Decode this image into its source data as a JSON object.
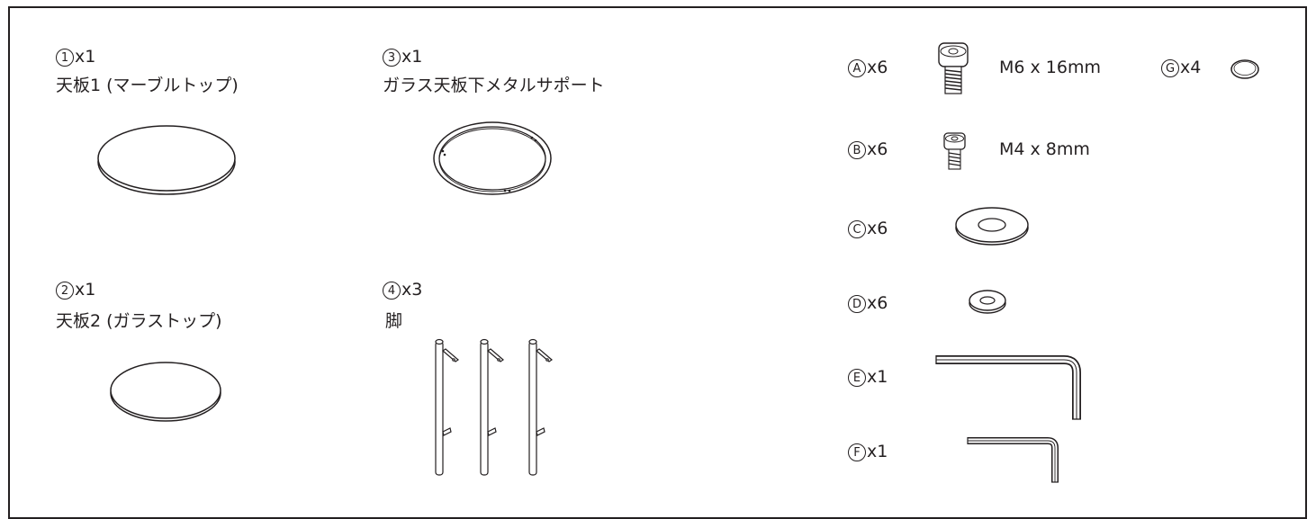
{
  "parts": [
    {
      "id": "1",
      "qty": "x1",
      "name": "天板1 (マーブルトップ)"
    },
    {
      "id": "2",
      "qty": "x1",
      "name": "天板2 (ガラストップ)"
    },
    {
      "id": "3",
      "qty": "x1",
      "name": "ガラス天板下メタルサポート"
    },
    {
      "id": "4",
      "qty": "x3",
      "name": "脚"
    }
  ],
  "hardware": [
    {
      "id": "A",
      "qty": "x6",
      "spec": "M6 x 16mm"
    },
    {
      "id": "B",
      "qty": "x6",
      "spec": "M4 x 8mm"
    },
    {
      "id": "C",
      "qty": "x6"
    },
    {
      "id": "D",
      "qty": "x6"
    },
    {
      "id": "E",
      "qty": "x1"
    },
    {
      "id": "F",
      "qty": "x1"
    },
    {
      "id": "G",
      "qty": "x4"
    }
  ]
}
